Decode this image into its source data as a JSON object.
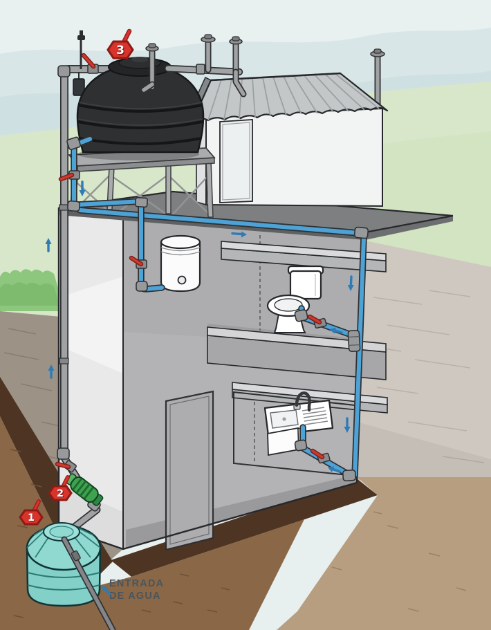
{
  "diagram": {
    "badges": {
      "cistern_number": "1",
      "pump_number": "2",
      "tank_number": "3"
    },
    "labels": {
      "water_inlet": [
        "ENTRADA",
        "DE AGUA"
      ]
    },
    "components": [
      "underground-cistern",
      "booster-pump",
      "rooftop-water-tank",
      "shutoff-valve",
      "vent-stack",
      "water-heater",
      "toilet",
      "kitchen-sink",
      "flow-arrow",
      "supply-pipe",
      "distribution-pipe",
      "rooftop-room",
      "two-story-house"
    ],
    "colors": {
      "distribution_pipe_blue": "#4da2d6",
      "supply_pipe_gray": "#a0a2a4",
      "valve_red": "#c5332b",
      "pump_green": "#3fa24f",
      "cistern_teal": "#8fd9d1",
      "tank_black": "#2e3032",
      "badge_red": "#d8342c",
      "flow_arrow_blue": "#2e7cb5",
      "inlet_label_text": "#4b555c"
    }
  }
}
